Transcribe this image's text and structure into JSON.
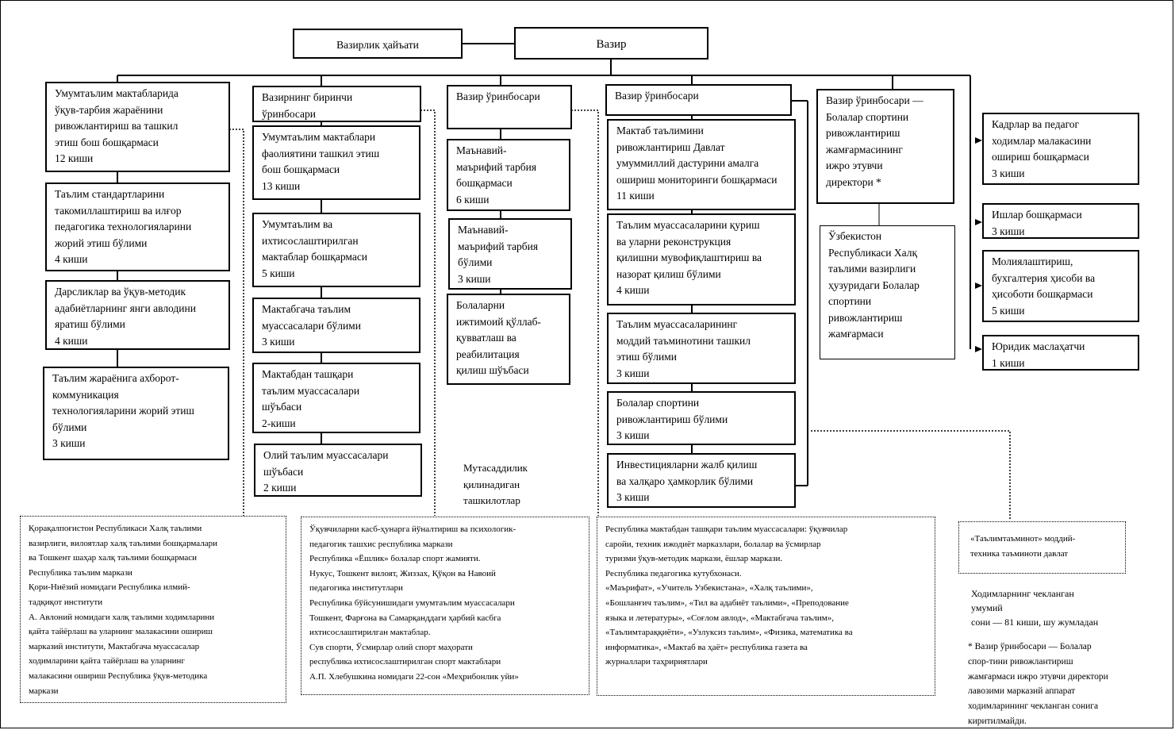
{
  "top": {
    "board": "Вазирлик ҳайъати",
    "minister": "Вазир"
  },
  "col1": {
    "head": "Умумтаълим мактабларида\nўқув-тарбия жараёнини\nривожлантириш ва ташкил\nэтиш бош бошқармаси\n12 киши",
    "d1": "Таълим стандартларини\nтакомиллаштириш ва илғор\nпедагогика технологияларини\nжорий этиш бўлими\n4 киши",
    "d2": "Дарсликлар ва ўқув-методик\nадабиётларнинг янги авлодини\nяратиш бўлими\n4 киши",
    "d3": "Таълим жараёнига ахборот-\nкоммуникация\nтехнологияларини жорий этиш\nбўлими\n3 киши"
  },
  "col2": {
    "head": "Вазирнинг биринчи\nўринбосари",
    "d1": "Умумтаълим мактаблари\nфаолиятини ташкил этиш\nбош бошқармаси\n13 киши",
    "d2": "Умумтаълим ва\nихтисослаштирилган\nмактаблар бошқармаси\n5 киши",
    "d3": "Мактабгача таълим\nмуассасалари бўлими\n3 киши",
    "d4": "Мактабдан ташқари\nтаълим муассасалари\nшўъбаси\n 2-киши",
    "d5": "Олий таълим муассасалари\nшўъбаси\n2 киши"
  },
  "col3": {
    "head": "Вазир ўринбосари",
    "d1": "Маънавий-\nмаърифий тарбия\nбошқармаси\n6 киши",
    "d2": "Маънавий-\nмаърифий тарбия\nбўлими\n3 киши",
    "d3": "Болаларни\nижтимоий қўллаб-\nқувватлаш ва\nреабилитация\nқилиш шўъбаси"
  },
  "col4": {
    "head": "Вазир ўринбосари",
    "d1": "Мактаб таълимини\nривожлантириш Давлат\nумуммиллий дастурини амалга\nошириш мониторинги бошқармаси\n11 киши",
    "d2": "Таълим муассасаларини қуриш\nва уларни реконструкция\nқилишни мувофиқлаштириш ва\nназорат қилиш бўлими\n4 киши",
    "d3": "Таълим муассасаларининг\nмоддий таъминотини ташкил\nэтиш бўлими\n3 киши",
    "d4": "Болалар спортини\nривожлантириш бўлими\n3 киши",
    "d5": "Инвестицияларни жалб қилиш\nва халқаро ҳамкорлик бўлими\n3 киши"
  },
  "col5": {
    "head": "Вазир ўринбосари —\nБолалар спортини\nривожлантириш\nжамғармасининг\nижро этувчи\nдиректори *",
    "d1": "Ўзбекистон\nРеспубликаси Халқ\nтаълими вазирлиги\nҳузуридаги Болалар\nспортини\nривожлантириш\nжамғармаси"
  },
  "col6": {
    "d1": "Кадрлар ва педагог\nходимлар малакасини\nошириш бошқармаси\n3 киши",
    "d2": "Ишлар бошқармаси\n3 киши",
    "d3": "Молиялаштириш,\nбухгалтерия ҳисоби ва\nҳисоботи бошқармаси\n5 киши",
    "d4": "Юридик маслаҳатчи\n1 киши"
  },
  "bottom": {
    "supervised_label": "Мутасаддилик\nқилинадиган\nташкилотлар",
    "org1": "Қорақалпоғистон Республикаси Халқ таълими\nвазирлиги, вилоятлар халқ таълими бошқармалари\nва Тошкент шаҳар халқ таълими бошқармаси\nРеспублика таълим маркази\nҚори-Ниёзий номидаги Республика илмий-\nтадқиқот  институти\nА. Авлоний номидаги халқ таълими ходимларини\nқайта тайёрлаш ва уларнинг малакасини ошириш\nмарказий институти, Мактабгача муассасалар\nходимларини қайта тайёрлаш ва уларнинг\nмалакасини ошириш Республика ўқув-методика\nмаркази",
    "org2": "Ўқувчиларни касб-ҳунарга йўналтириш ва психологик-\nпедагогик ташхис республика маркази\nРеспублика «Ёшлик» болалар спорт жамияти.\nНукус, Тошкент вилоят, Жиззах, Қўқон ва  Навоий\nпедагогика институтлари\nРеспублика бўйсунишидаги умумтаълим муассасалари\nТошкент, Фарғона ва Самарқанддаги ҳарбий касбга\nихтисослаштирилган мактаблар.\nСув спорти, Ўсмирлар олий спорт маҳорати\nреспублика ихтисослаштирилган спорт мактаблари\nА.П. Хлебушкина номидаги 22-сон «Меҳрибонлик уйи»",
    "org3": "Республика мактабдан ташқари таълим муассасалари: ўқувчилар\nсаройи, техник ижодиёт марказлари, болалар ва ўсмирлар\nтуризми ўқув-методик маркази, ёшлар маркази.\nРеспублика  педагогика кутубхонаси.\n «Маърифат», «Учитель Узбекистана», «Халқ таълими»,\n«Бошланғич таълим», «Тил ва адабиёт таълими», «Преподование\nязыка и летературы», «Соғлом авлод», «Мактабгача таълим»,\n«Таълимтараққиёти», «Узлуксиз таълим», «Физика, математика ва\nинформатика», «Мактаб ва ҳаёт» республика  газета ва\nжурналлари таҳририятлари",
    "org4": "«Таълимтаъминот» моддий-\nтехника таъминоти давлат",
    "staff": "Ходимларнинг чекланган\nумумий\nсони — 81 киши, шу жумладан",
    "footnote": "* Вазир ўринбосари — Болалар\nспор-тини ривожлантириш\nжамғармаси ижро этувчи директори\nлавозими марказий аппарат\nходимларининг чекланган сонига\nкиритилмайди."
  }
}
